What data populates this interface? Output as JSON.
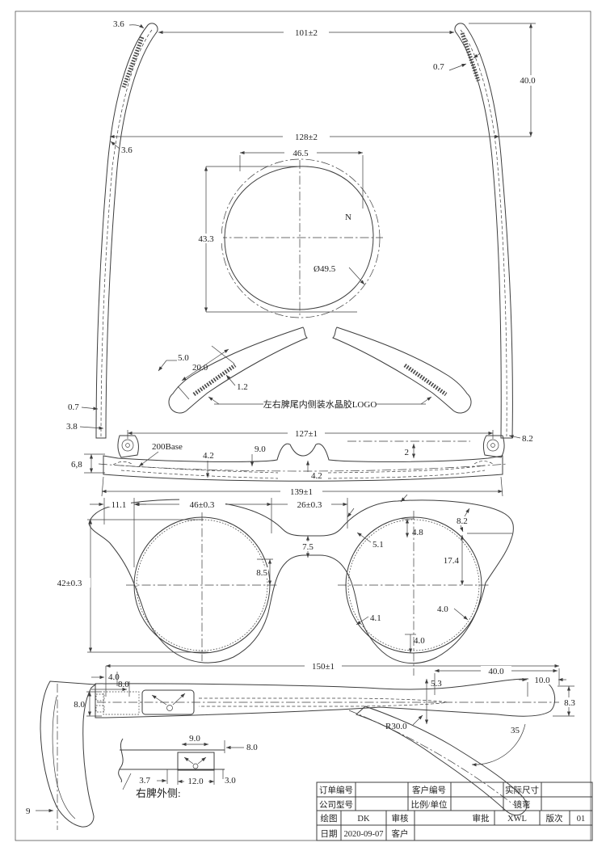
{
  "top_view": {
    "tip_thickness": "3.6",
    "tip_span": "101±2",
    "slot_width": "0.7",
    "temple_rise": "40.0",
    "open_span": "128±2",
    "temple_thickness": "3.6"
  },
  "lens_detail": {
    "width": "46.5",
    "height": "43.3",
    "diameter": "Ø49.5",
    "side_mark": "N"
  },
  "folded_view": {
    "slot_offset": "5.0",
    "slot_length": "20.0",
    "slot_depth": "1.2",
    "note": "左右脾尾内侧装水晶胶LOGO"
  },
  "frame_top_view": {
    "wire": "0.7",
    "hinge": "3.8",
    "hinge_span": "127±1",
    "base_curve": "200Base",
    "pad_height": "9.0",
    "rim_front": "4.2",
    "rim_center": "4.2",
    "drop": "2",
    "endpiece": "8.2",
    "end_height": "6,8",
    "total_span": "139±1"
  },
  "front_view": {
    "edge_to_lens": "11.1",
    "lens_width": "46±0.3",
    "bridge": "26±0.3",
    "brow": "8.2",
    "top_rim": "4.8",
    "rim": "5.1",
    "bridge_height": "7.5",
    "upper_drop": "17.4",
    "inner_step": "8.5",
    "lens_height": "42±0.3",
    "lower_rim_left": "4.1",
    "lower_rim_right": "4.0",
    "bottom_rim": "4.0"
  },
  "side_view": {
    "total_length": "150±1",
    "front_inset": "4.0",
    "plate_inset": "8.0",
    "temple_height": "8.0",
    "bend_drop": "5.3",
    "tail": "40.0",
    "tip": "10.0",
    "tip_height": "8.3",
    "bend_radius": "R30.0",
    "bend_angle": "35",
    "front_width": "9"
  },
  "logo_detail": {
    "mark_width": "9.0",
    "right_gap": "8.0",
    "left_gap": "3.7",
    "plate_length": "12.0",
    "bottom_gap": "3.0",
    "caption": "右脾外侧:"
  },
  "title_block": {
    "order_no": "订单编号",
    "customer_no": "客户编号",
    "actual_size": "实际尺寸",
    "model_no": "公司型号",
    "scale_unit": "比例/单位",
    "lens_curve": "镜弯",
    "drawn": "绘图",
    "drawn_by": "DK",
    "checked": "审核",
    "approved": "审批",
    "approved_by": "XWL",
    "revision": "版次",
    "revision_no": "01",
    "date": "日期",
    "date_value": "2020-09-07",
    "customer": "客户"
  }
}
